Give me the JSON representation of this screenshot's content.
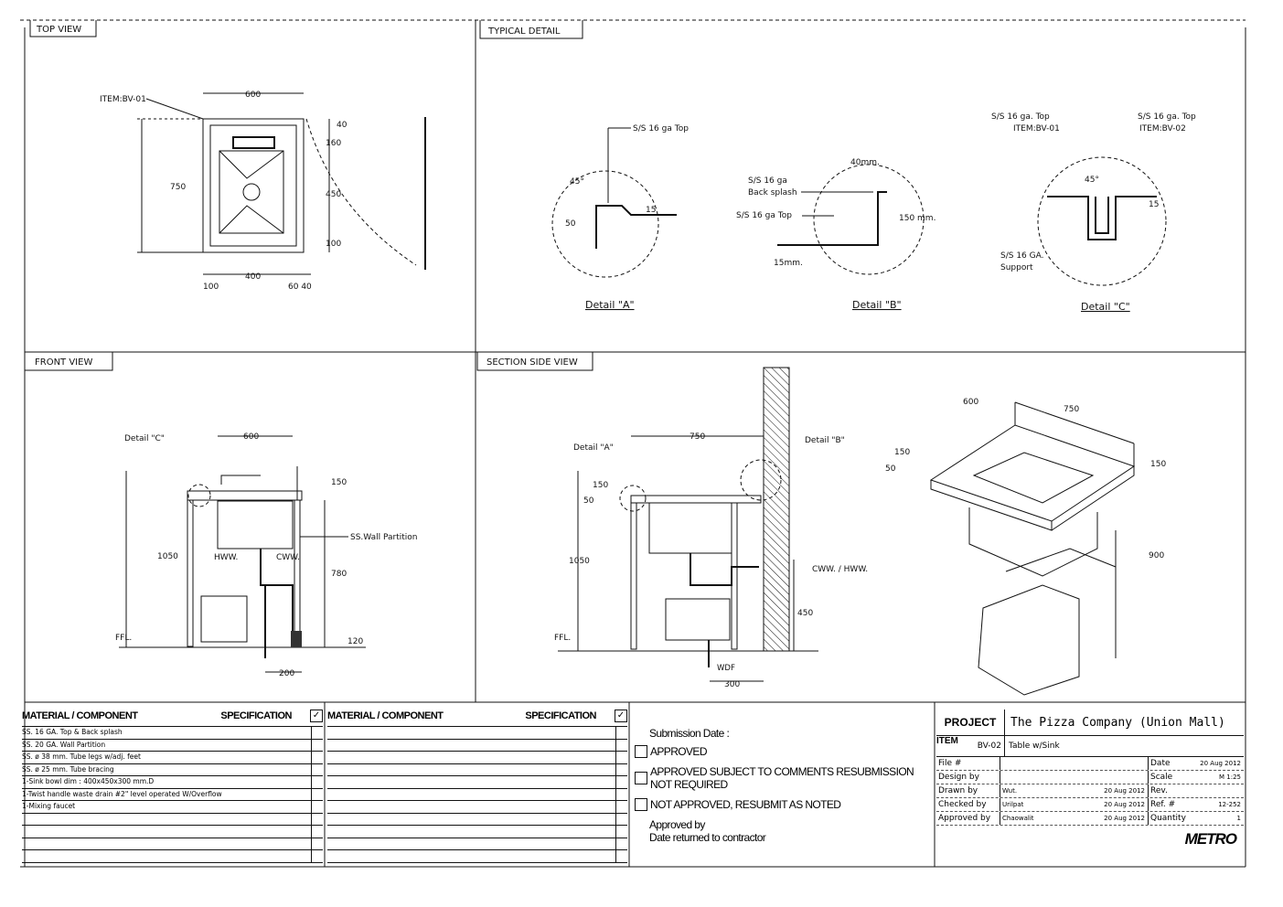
{
  "views": {
    "top": "TOP VIEW",
    "typical": "TYPICAL DETAIL",
    "front": "FRONT VIEW",
    "section": "SECTION SIDE VIEW"
  },
  "top_view": {
    "item": "ITEM:BV-01",
    "w600": "600",
    "h750": "750",
    "d40": "40",
    "d160": "160",
    "d450": "450",
    "d100": "100",
    "b100": "100",
    "b400": "400",
    "b6040": "60 40"
  },
  "detail_a": {
    "top": "S/S 16 ga Top",
    "angle": "45°",
    "d50": "50",
    "d15": "15",
    "title": "Detail \"A\""
  },
  "detail_b": {
    "d40": "40mm.",
    "splash1": "S/S 16 ga",
    "splash2": "Back splash",
    "top": "S/S 16 ga Top",
    "d150": "150 mm.",
    "d15": "15mm.",
    "title": "Detail \"B\""
  },
  "detail_c": {
    "top1": "S/S 16 ga. Top",
    "item1": "ITEM:BV-01",
    "top2": "S/S 16 ga. Top",
    "item2": "ITEM:BV-02",
    "angle": "45°",
    "d15": "15",
    "sup1": "S/S 16 GA.",
    "sup2": "Support",
    "title": "Detail \"C\""
  },
  "front_view": {
    "detail": "Detail \"C\"",
    "w600": "600",
    "d150": "150",
    "h1050": "1050",
    "hww": "HWW.",
    "cww": "CWW.",
    "partition": "SS.Wall Partition",
    "d780": "780",
    "ffl": "FFL.",
    "d120": "120",
    "d200": "200"
  },
  "section_view": {
    "detail_a": "Detail \"A\"",
    "w750": "750",
    "detail_b": "Detail \"B\"",
    "d150": "150",
    "d50": "50",
    "h1050": "1050",
    "water": "CWW. / HWW.",
    "d450": "450",
    "ffl": "FFL.",
    "wdf": "WDF",
    "d300": "300"
  },
  "iso": {
    "d600": "600",
    "d750": "750",
    "d150": "150",
    "d50": "50",
    "d150r": "150",
    "d900": "900"
  },
  "materials_left": {
    "header": "MATERIAL / COMPONENT",
    "spec": "SPECIFICATION",
    "rows": [
      "SS. 16 GA. Top & Back splash",
      "SS. 20 GA. Wall Partition",
      "SS. ø 38 mm. Tube legs w/adj. feet",
      "SS. ø 25 mm. Tube bracing",
      "1-Sink bowl dim : 400x450x300 mm.D",
      "1-Twist handle waste drain #2\" level operated W/Overflow",
      "1-Mixing faucet"
    ]
  },
  "materials_right": {
    "header": "MATERIAL / COMPONENT",
    "spec": "SPECIFICATION"
  },
  "approval": {
    "submission": "Submission Date :",
    "approved": "APPROVED",
    "approved_comments": "APPROVED SUBJECT TO COMMENTS RESUBMISSION NOT REQUIRED",
    "not_approved": "NOT APPROVED, RESUBMIT AS NOTED",
    "approved_by": "Approved by",
    "date_returned": "Date returned to contractor"
  },
  "title_block": {
    "project_label": "PROJECT",
    "project": "The Pizza Company (Union Mall)",
    "item_label": "ITEM",
    "item_code": "BV-02",
    "item_name": "Table w/Sink",
    "file": "File #",
    "design": "Design by",
    "drawn": "Drawn by",
    "checked": "Checked by",
    "approved": "Approved by",
    "drawn_name": "Wut.",
    "drawn_date": "20 Aug 2012",
    "checked_name": "Urilpat",
    "checked_date": "20 Aug 2012",
    "approved_name": "Chaowalit",
    "approved_date": "20 Aug 2012",
    "date_label": "Date",
    "date": "20 Aug 2012",
    "scale_label": "Scale",
    "scale": "M 1:25",
    "rev_label": "Rev.",
    "ref_label": "Ref. #",
    "ref": "12-252",
    "qty_label": "Quantity",
    "qty": "1",
    "logo": "METRO"
  }
}
